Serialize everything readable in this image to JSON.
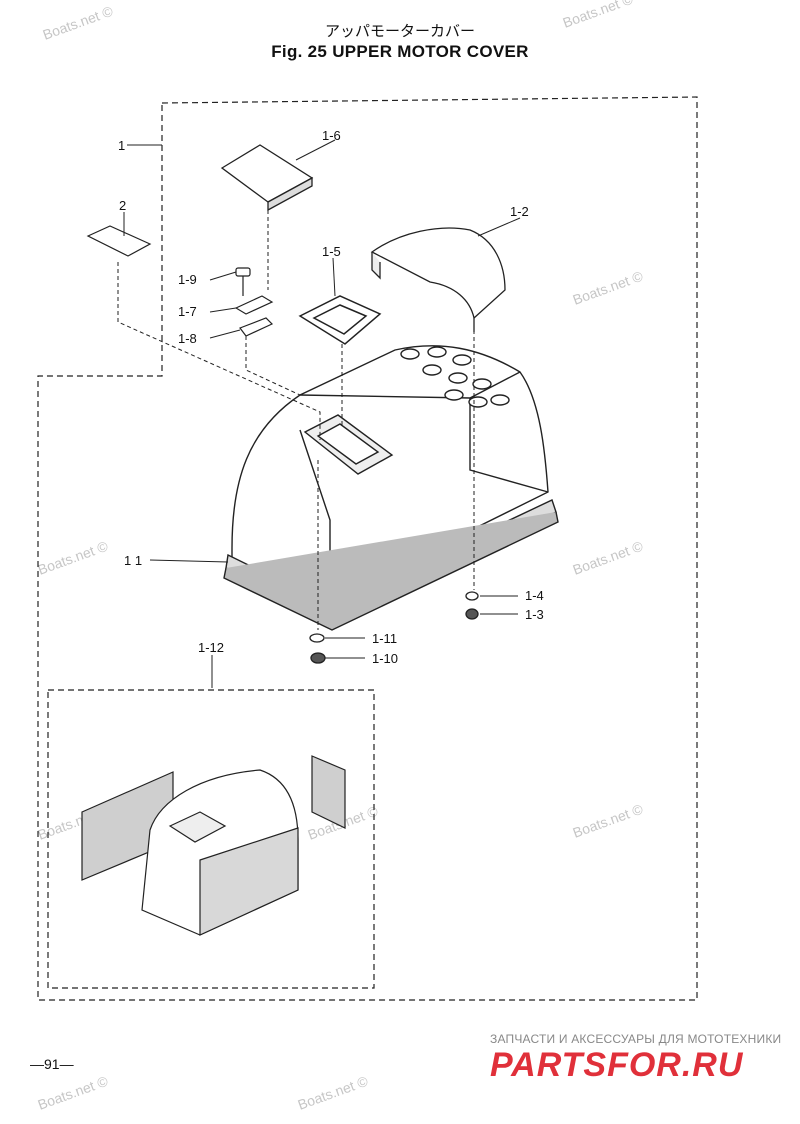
{
  "header": {
    "title_jp": "アッパモーターカバー",
    "title_en": "Fig. 25   UPPER MOTOR COVER"
  },
  "callouts": {
    "c1": "1",
    "c2": "2",
    "c1_6": "1-6",
    "c1_2": "1-2",
    "c1_5": "1-5",
    "c1_9": "1-9",
    "c1_7": "1-7",
    "c1_8": "1-8",
    "c1_1": "1  1",
    "c1_4": "1-4",
    "c1_3": "1-3",
    "c1_11": "1-11",
    "c1_10": "1-10",
    "c1_12": "1-12"
  },
  "watermarks": {
    "w1": "Boats.net ©",
    "w2": "Boats.net ©",
    "w3": "Boats.net ©",
    "w4": "Boats.net ©",
    "w5": "Boats.net ©",
    "w6": "Boats.net ©",
    "w7": "Boats.net ©",
    "w8": "Boats.net ©",
    "w9": "Boats.net ©",
    "w10": "Boats.net ©"
  },
  "footer": {
    "page_number": "—91—",
    "ad_tagline": "ЗАПЧАСТИ И АКСЕССУАРЫ ДЛЯ МОТОТЕХНИКИ",
    "ad_logo": "PARTSFOR.RU"
  }
}
